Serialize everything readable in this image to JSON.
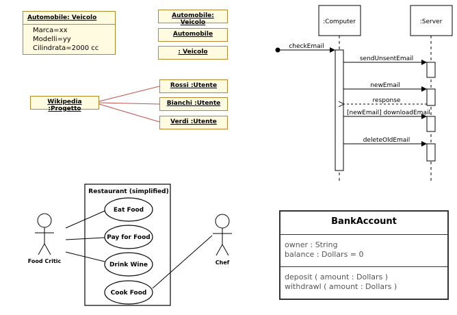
{
  "object_diagram": {
    "veicolo_object": {
      "title": "Automobile: Veicolo",
      "attributes": [
        "Marca=xx",
        "Modelli=yy",
        "Cilindrata=2000 cc"
      ]
    },
    "instances": [
      "Automobile: Veicolo",
      "Automobile",
      ": Veicolo"
    ],
    "project": "Wikipedia :Progetto",
    "users": [
      "Rossi :Utente",
      "Bianchi :Utente",
      "Verdi :Utente"
    ]
  },
  "sequence_diagram": {
    "lifelines": [
      ":Computer",
      ":Server"
    ],
    "found_message": "checkEmail",
    "messages": [
      {
        "label": "sendUnsentEmail",
        "kind": "sync"
      },
      {
        "label": "newEmail",
        "kind": "sync"
      },
      {
        "label": "response",
        "kind": "return"
      },
      {
        "label": "[newEmail] downloadEmail",
        "kind": "sync"
      },
      {
        "label": "deleteOldEmail",
        "kind": "sync"
      }
    ]
  },
  "use_case_diagram": {
    "system": "Restaurant (simplified)",
    "use_cases": [
      "Eat Food",
      "Pay for Food",
      "Drink Wine",
      "Cook Food"
    ],
    "actors": [
      "Food Critic",
      "Chef"
    ]
  },
  "class_diagram": {
    "name": "BankAccount",
    "attributes": [
      "owner : String",
      "balance : Dollars = 0"
    ],
    "operations": [
      "deposit ( amount : Dollars )",
      "withdrawl ( amount : Dollars )"
    ]
  }
}
